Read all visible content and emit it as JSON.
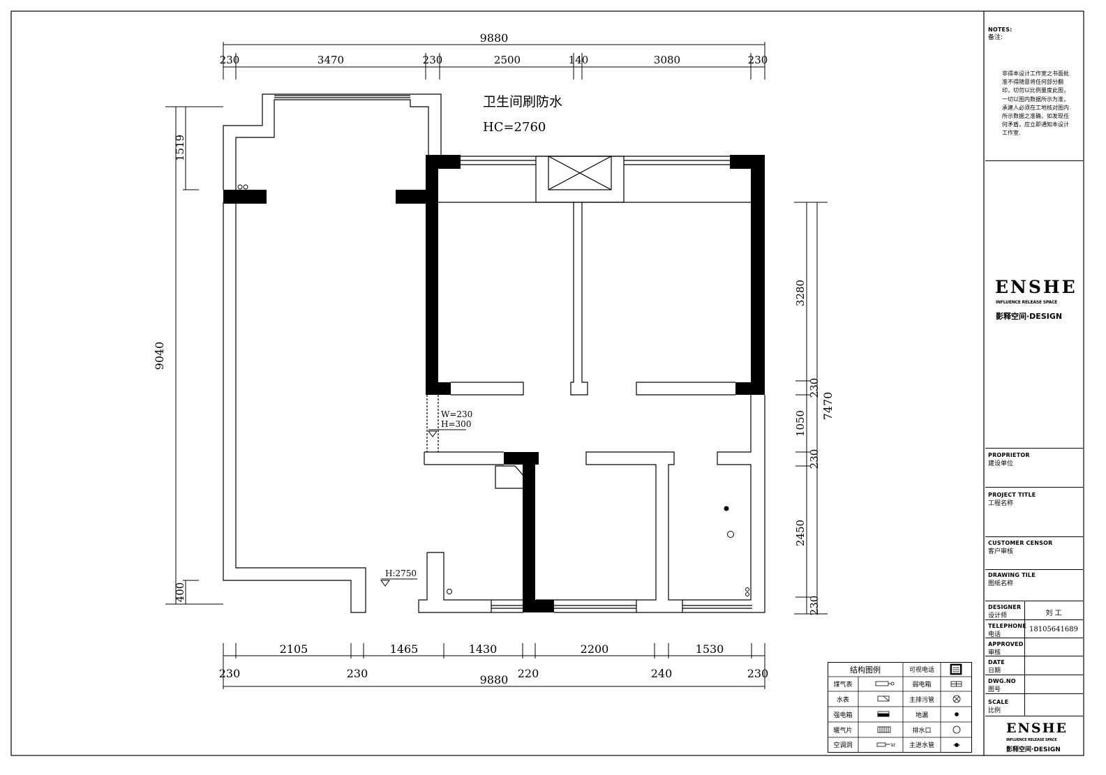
{
  "drawing": {
    "title": "卫生间刷防水",
    "height_note": "HC=2760",
    "dims_top_total": "9880",
    "dims_top": [
      "230",
      "3470",
      "230",
      "2500",
      "140",
      "3080",
      "230"
    ],
    "dims_bottom_total": "9880",
    "dims_bottom_a": [
      "2105",
      "1465",
      "1430",
      "2200",
      "1530"
    ],
    "dims_bottom_b": [
      "230",
      "230",
      "220",
      "240",
      "230"
    ],
    "dims_left_total": "9040",
    "dims_left": [
      "1519",
      "400"
    ],
    "dims_right_total": "7470",
    "dims_right": [
      "3280",
      "230",
      "1050",
      "230",
      "2450",
      "230"
    ],
    "opening_w": "W=230",
    "opening_h": "H=300",
    "level_mark": "H:2750"
  },
  "legend": {
    "title": "结构图例",
    "rows": [
      {
        "left": "煤气表",
        "right": "可视电话"
      },
      {
        "left": "水表",
        "right": "弱电箱"
      },
      {
        "left": "强电箱",
        "right": "主排污管"
      },
      {
        "left": "暖气片",
        "right": "地漏"
      },
      {
        "left": "空调洞",
        "right": "排水口"
      }
    ],
    "extra_right": [
      "主进水管"
    ],
    "symbols": [
      "gas-meter-icon",
      "water-meter-icon",
      "power-box-icon",
      "radiator-icon",
      "ac-hole-icon",
      "video-phone-icon",
      "weak-box-icon",
      "main-sewage-icon",
      "floor-drain-icon",
      "drain-outlet-icon",
      "main-inlet-icon"
    ]
  },
  "title_block": {
    "notes_en": "NOTES:",
    "notes_cn": "备注:",
    "notes_text": "非得本设计工作室之书面批准不得随意将任何部分翻印，切勿以比例量度此图，一切以图内数据所示为准，承建人必须在工地核对图内所示数据之准确，如发现任何矛盾，应立即通知本设计工作室.",
    "logo": "ENSHE",
    "logo_sub": "INFLUENCE RELEASE SPACE",
    "logo_cn": "影释空间·DESIGN",
    "fields": [
      {
        "en": "PROPRIETOR",
        "cn": "建设单位",
        "value": ""
      },
      {
        "en": "PROJECT TITLE",
        "cn": "工程名称",
        "value": ""
      },
      {
        "en": "CUSTOMER CENSOR",
        "cn": "客户审核",
        "value": ""
      },
      {
        "en": "DRAWING TILE",
        "cn": "图纸名称",
        "value": ""
      },
      {
        "en": "DESIGNER",
        "cn": "设计师",
        "value": "刘 工"
      },
      {
        "en": "TELEPHONE",
        "cn": "电话",
        "value": "18105641689"
      },
      {
        "en": "APPROVED",
        "cn": "审核",
        "value": ""
      },
      {
        "en": "DATE",
        "cn": "日期",
        "value": ""
      },
      {
        "en": "DWG.NO",
        "cn": "图号",
        "value": ""
      },
      {
        "en": "SCALE",
        "cn": "比例",
        "value": ""
      }
    ]
  }
}
